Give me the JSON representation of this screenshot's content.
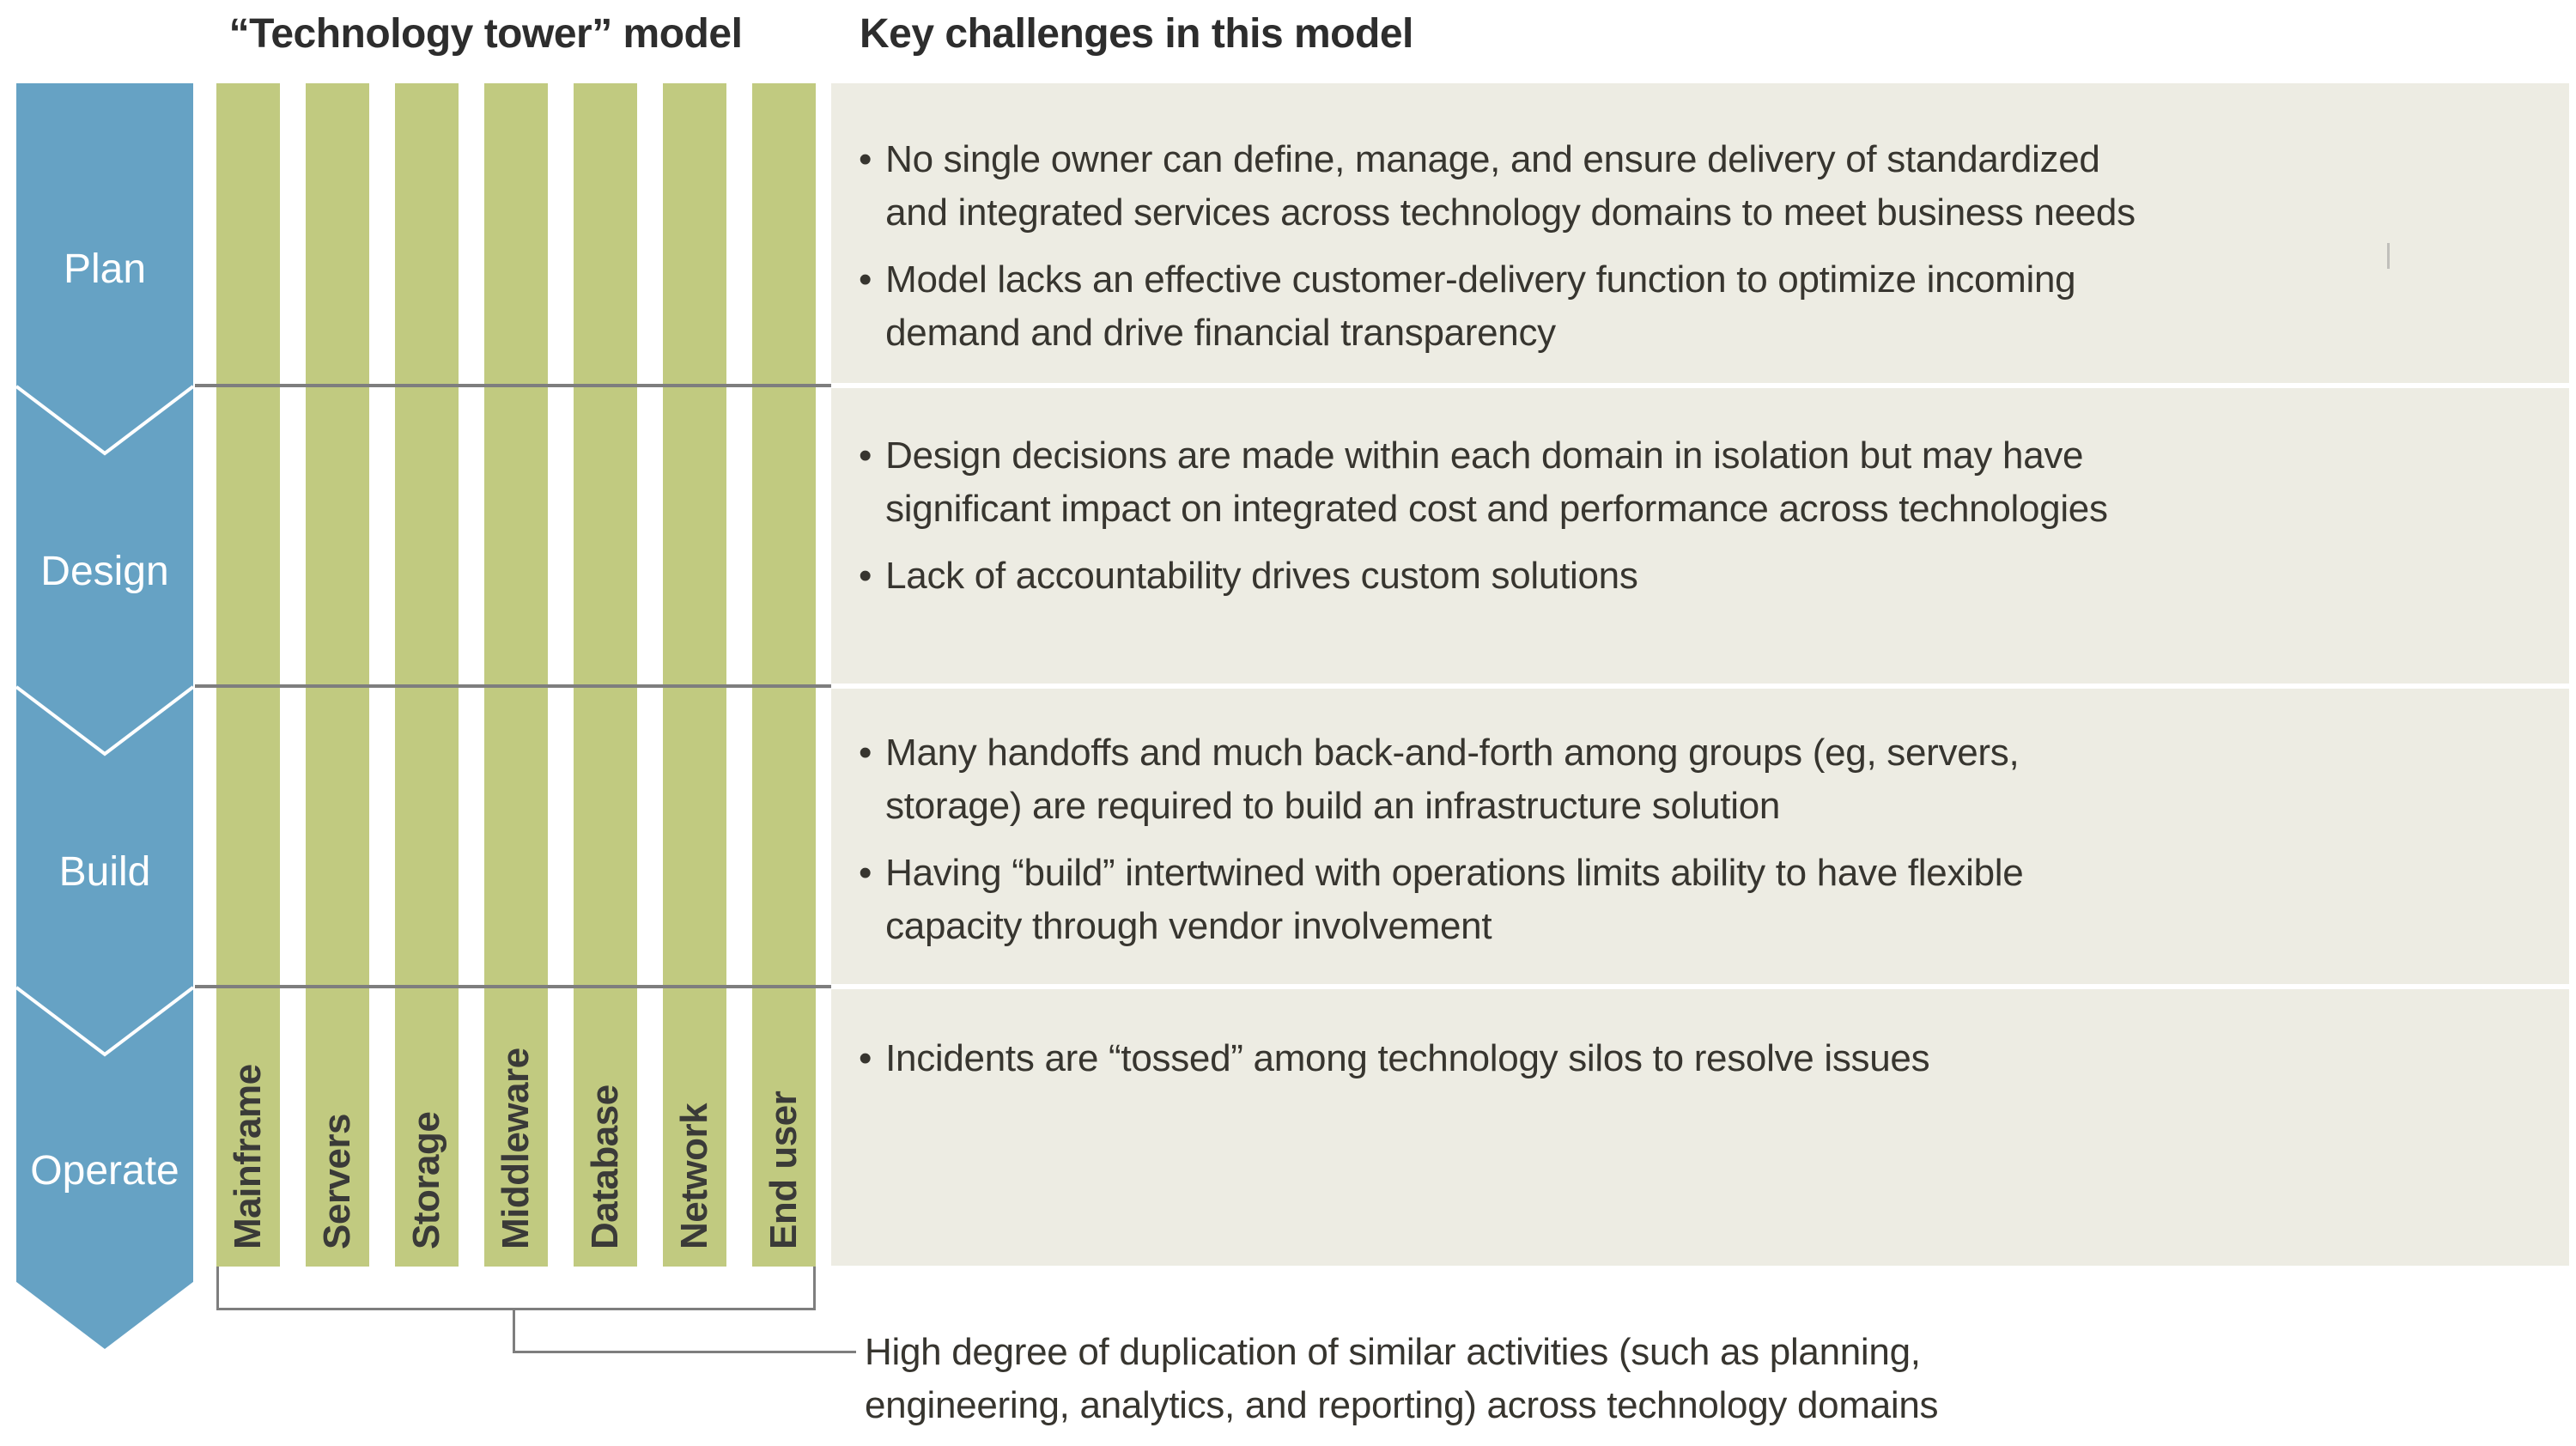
{
  "headers": {
    "left": "“Technology tower” model",
    "right": "Key challenges in this model"
  },
  "glyphs": {
    "bullet": "•"
  },
  "stages": [
    {
      "label": "Plan"
    },
    {
      "label": "Design"
    },
    {
      "label": "Build"
    },
    {
      "label": "Operate"
    }
  ],
  "towers": [
    "Mainframe",
    "Servers",
    "Storage",
    "Middleware",
    "Database",
    "Network",
    "End user"
  ],
  "panels": [
    {
      "stage": "Plan",
      "bullets": [
        "No single owner can define, manage, and ensure delivery of standardized\nand integrated services across technology domains to meet business needs",
        "Model lacks an effective customer-delivery function to optimize incoming\ndemand and drive financial transparency"
      ]
    },
    {
      "stage": "Design",
      "bullets": [
        "Design decisions are made within each domain in isolation but may have\nsignificant impact on integrated cost and performance across technologies",
        "Lack of accountability drives custom solutions"
      ]
    },
    {
      "stage": "Build",
      "bullets": [
        "Many handoffs and much back-and-forth among groups (eg, servers,\nstorage) are required to build an infrastructure solution",
        "Having “build” intertwined with operations limits ability to have flexible\ncapacity through vendor involvement"
      ]
    },
    {
      "stage": "Operate",
      "bullets": [
        "Incidents are “tossed” among technology silos to resolve issues"
      ]
    }
  ],
  "footnote": "High degree of duplication of similar activities (such as planning,\nengineering, analytics, and reporting) across technology domains",
  "colors": {
    "stage-blue": "#66a2c4",
    "tower-green": "#c1ca80",
    "panel-beige": "#edece3",
    "line-gray": "#7e7e7e",
    "text-dark": "#37352f",
    "heading-dark": "#2d2d2d",
    "label-white": "#ffffff"
  }
}
